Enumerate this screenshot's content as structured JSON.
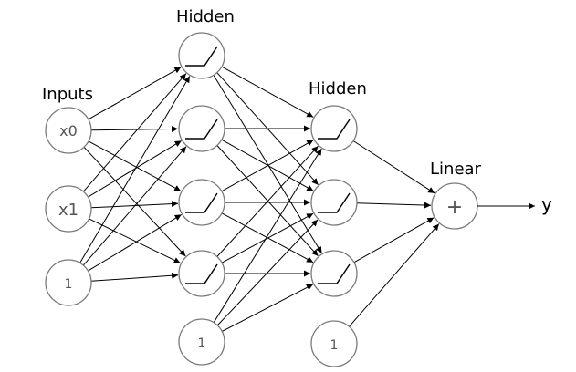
{
  "layers": {
    "inputs_label": "Inputs",
    "hidden1_label": "Hidden",
    "hidden2_label": "Hidden",
    "output_label": "Linear"
  },
  "nodes": {
    "x0": "x0",
    "x1": "x1",
    "bias_input": "1",
    "bias_hidden1": "1",
    "bias_hidden2": "1",
    "output_symbol": "+",
    "output_y": "y"
  },
  "activation_icon": "relu-icon"
}
